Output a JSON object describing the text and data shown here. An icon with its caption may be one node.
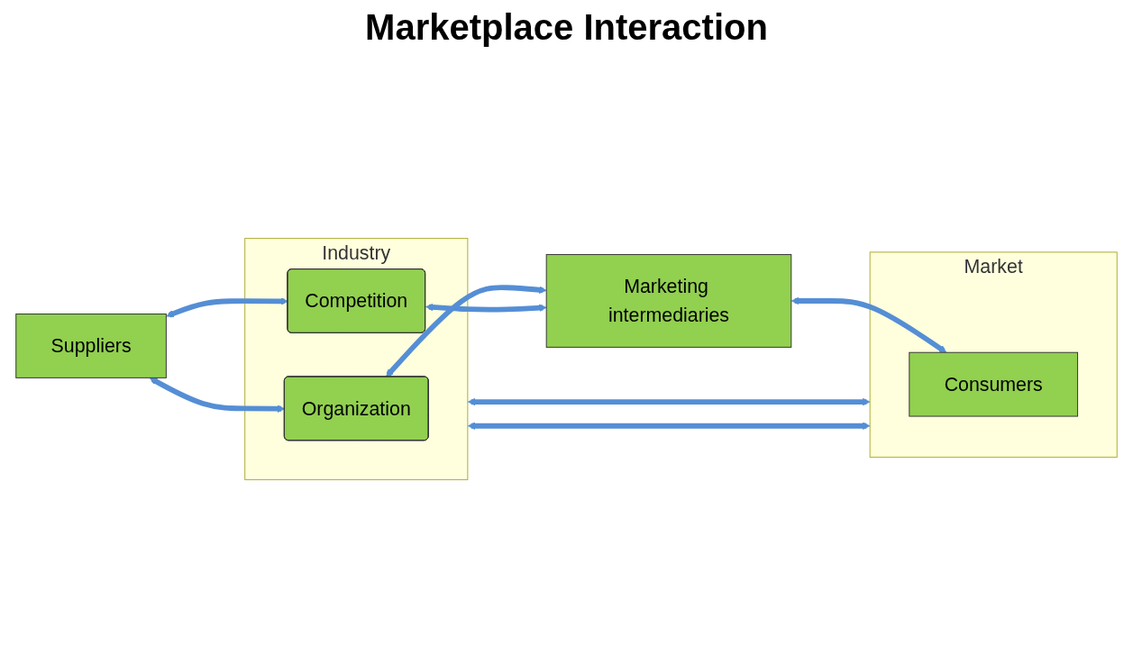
{
  "diagram": {
    "title": "Marketplace Interaction",
    "nodes": [
      {
        "text": [
          "Suppliers"
        ]
      },
      {
        "text": [
          "Industry"
        ]
      },
      {
        "text": [
          "Organization"
        ],
        "in": 1
      },
      {
        "text": [
          "Competition"
        ],
        "in": 1
      },
      {
        "text": [
          "Marketing intermediaries"
        ]
      },
      {
        "text": [
          "Market"
        ]
      },
      {
        "text": [
          "Consumers"
        ],
        "in": 5
      }
    ],
    "edges": [
      {
        "from": 0,
        "to": 2,
        "arrow": "both"
      },
      {
        "from": 0,
        "to": 3,
        "arrow": "both"
      },
      {
        "from": 2,
        "to": 4,
        "arrow": "both"
      },
      {
        "from": 3,
        "to": 4,
        "arrow": "both"
      },
      {
        "from": 4,
        "to": 6,
        "arrow": "both"
      },
      {
        "from": 1,
        "to": 5,
        "arrow": "both"
      },
      {
        "from": 1,
        "to": 5,
        "arrow": "both"
      }
    ]
  }
}
